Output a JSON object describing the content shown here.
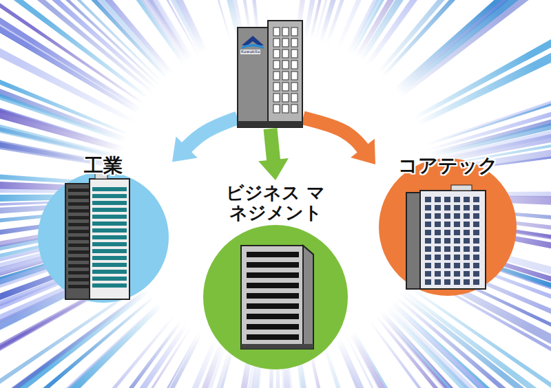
{
  "diagram": {
    "nodes": [
      {
        "text": [
          "Kawakita"
        ]
      },
      {
        "text": [
          "工業"
        ]
      },
      {
        "text": [
          "ビジネス マネジメント"
        ]
      },
      {
        "text": [
          "コアテック"
        ]
      }
    ],
    "edges": [
      {
        "from": 0,
        "to": 1,
        "arrow": "to"
      },
      {
        "from": 0,
        "to": 2,
        "arrow": "to"
      },
      {
        "from": 0,
        "to": 3,
        "arrow": "to"
      }
    ]
  }
}
